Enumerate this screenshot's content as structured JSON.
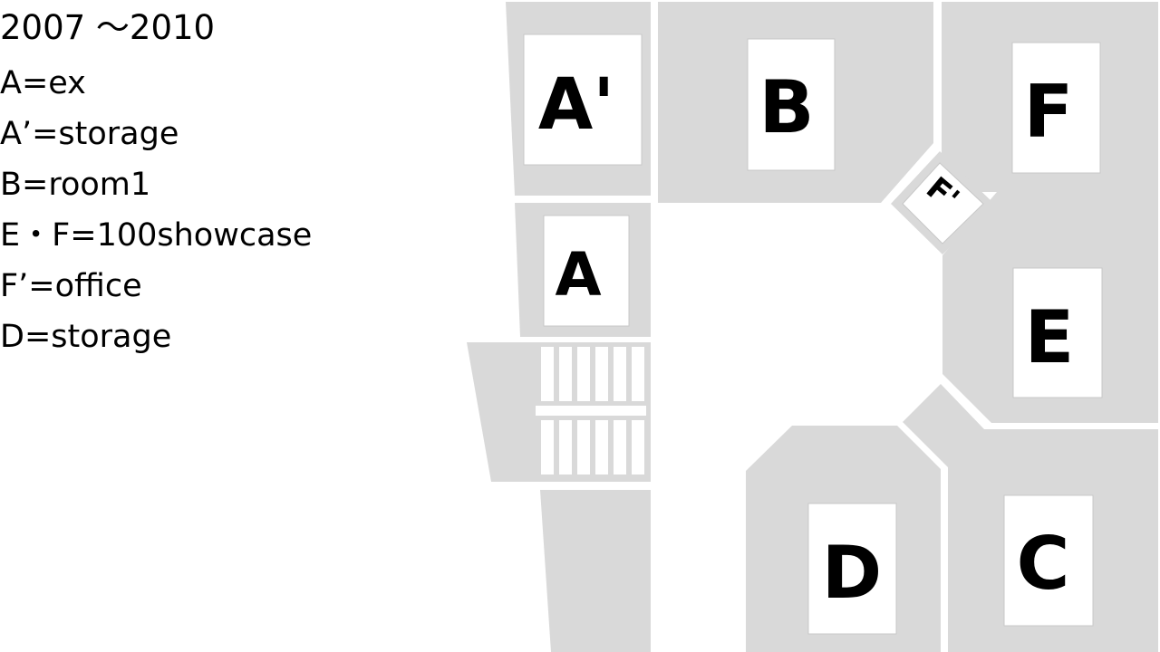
{
  "legend": {
    "period": "2007 ～2010",
    "entries": [
      "A=ex",
      "A’=storage",
      "B=room1",
      "E・F=100showcase",
      "F’=office",
      "D=storage"
    ]
  },
  "rooms": {
    "a_prime": "A'",
    "a": "A",
    "b": "B",
    "f": "F",
    "f_prime": "F'",
    "e": "E",
    "d": "D",
    "c": "C"
  },
  "colors": {
    "block": "#d9d9d9",
    "card": "#ffffff",
    "card_border": "#c8c8c8",
    "text": "#000000"
  }
}
